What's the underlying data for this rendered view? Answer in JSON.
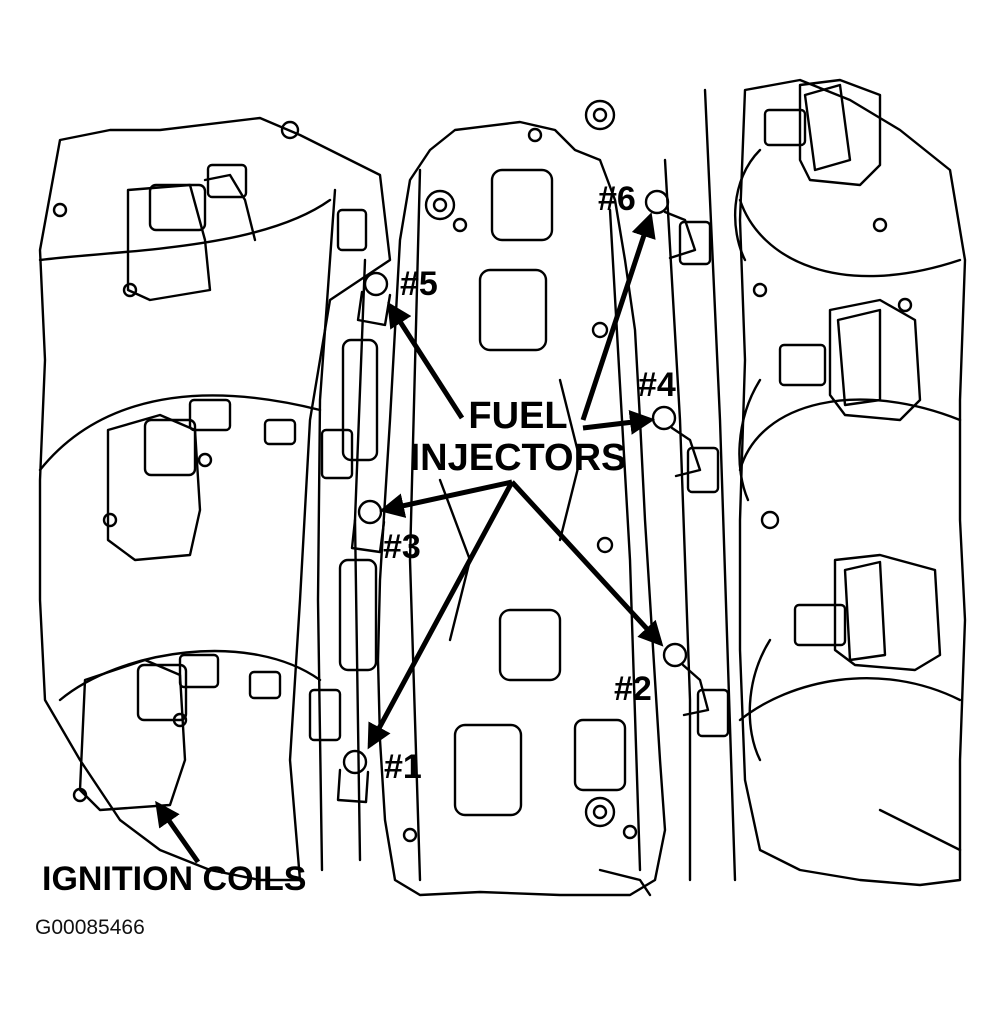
{
  "diagram": {
    "labels": {
      "fuel_injectors_line1": "FUEL",
      "fuel_injectors_line2": "INJECTORS",
      "ignition_coils": "IGNITION COILS",
      "injector_1": "#1",
      "injector_2": "#2",
      "injector_3": "#3",
      "injector_4": "#4",
      "injector_5": "#5",
      "injector_6": "#6"
    },
    "figure_id": "G00085466"
  }
}
